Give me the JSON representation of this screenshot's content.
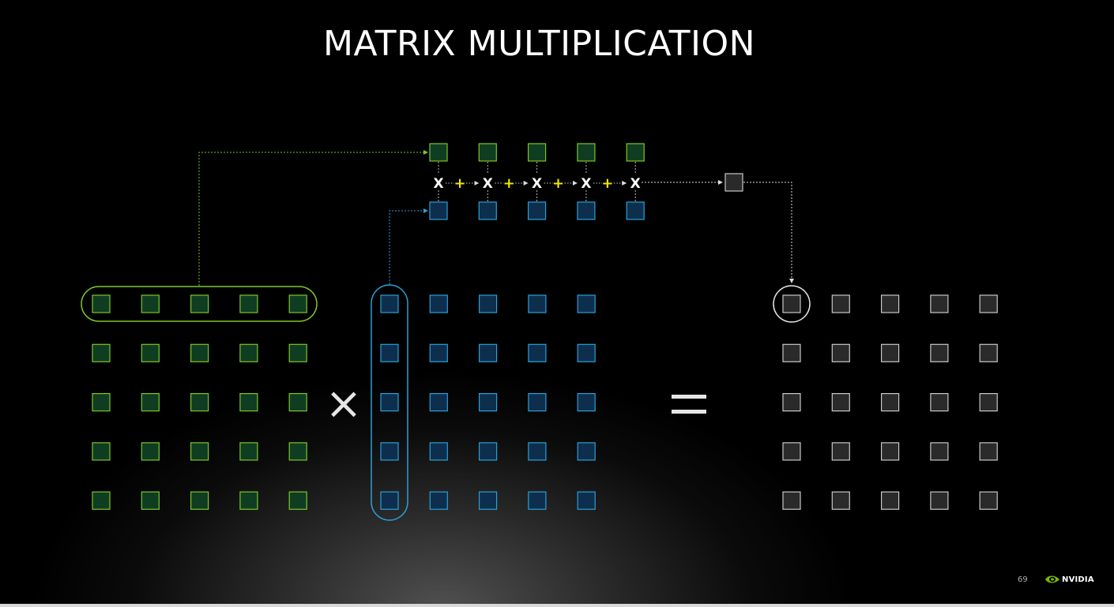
{
  "slide": {
    "title": "MATRIX MULTIPLICATION",
    "page_number": "69",
    "logo_text": "NVIDIA"
  },
  "operators": {
    "times": "X",
    "plus": "+",
    "multiply_sign": "×"
  },
  "colors": {
    "green_stroke": "#7dc527",
    "green_fill": "#0f3d22",
    "blue_stroke": "#2b9fd6",
    "blue_fill": "#0d2f4d",
    "gray_stroke": "#c8c8c8",
    "gray_fill": "#2a2a2a",
    "plus_color": "#f2e600"
  },
  "matrices": {
    "rows": 5,
    "cols": 5
  },
  "dot_product": {
    "terms": 5
  },
  "icons": {
    "logo": "nvidia-eye-icon"
  }
}
